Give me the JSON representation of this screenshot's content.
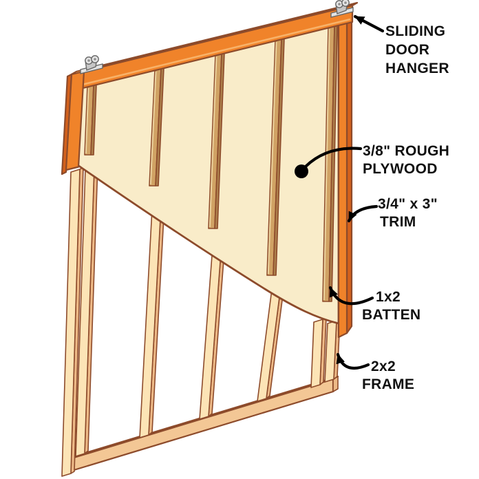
{
  "callouts": {
    "hanger": {
      "lines": [
        "SLIDING",
        "DOOR",
        "HANGER"
      ]
    },
    "plywood": {
      "lines": [
        "3/8\" ROUGH",
        "PLYWOOD"
      ]
    },
    "trim": {
      "lines": [
        "3/4\" x 3\"",
        "TRIM"
      ]
    },
    "batten": {
      "lines": [
        "1x2",
        "BATTEN"
      ]
    },
    "frame": {
      "lines": [
        "2x2",
        "FRAME"
      ]
    }
  },
  "parts": {
    "battens_visible": 5,
    "frame_studs_visible": 7,
    "door_hangers_visible": 2
  },
  "palette": {
    "background": "#FFFFFF",
    "outline": "#8D4B2B",
    "label_text": "#111111",
    "arrow": "#000000",
    "plywood": "#F9ECC9",
    "batten_face": "#D0A264",
    "batten_shadow": "#AD7F4B",
    "batten_highlight": "#ECD29E",
    "trim_face": "#F0832A",
    "trim_top": "#F7A54F",
    "trim_shadow": "#D3611C",
    "stud_face": "#FCE4B6",
    "stud_side": "#EDB987",
    "rail_face": "#F3C795",
    "rail_top": "#FAE3B0",
    "hanger_metal": "#E3E3E3",
    "hanger_metal_dark": "#C6C6C6"
  }
}
